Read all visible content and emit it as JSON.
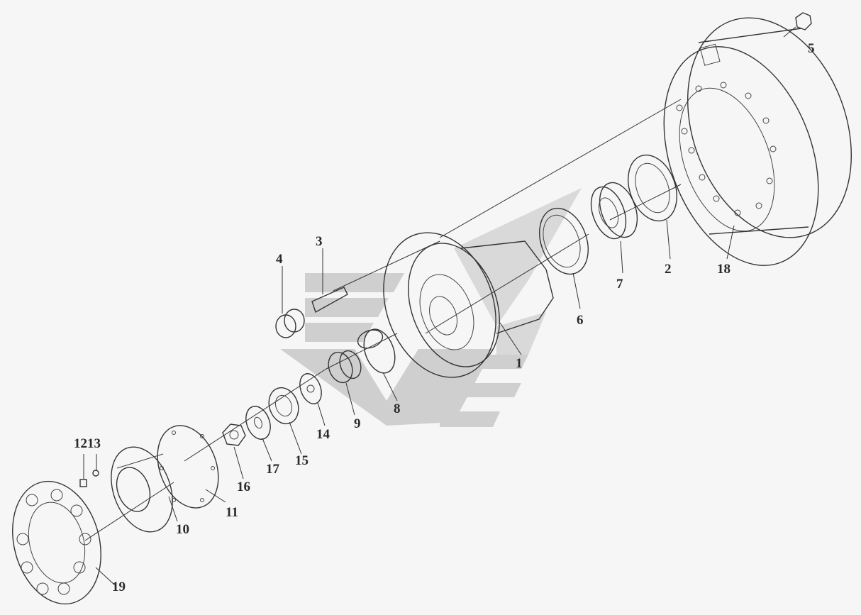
{
  "diagram": {
    "labels": {
      "p1": "1",
      "p2": "2",
      "p3": "3",
      "p4": "4",
      "p5": "5",
      "p6": "6",
      "p7": "7",
      "p8": "8",
      "p9": "9",
      "p10": "10",
      "p11": "11",
      "p1213": "1213",
      "p14": "14",
      "p15": "15",
      "p16": "16",
      "p17": "17",
      "p18": "18",
      "p19": "19"
    }
  }
}
